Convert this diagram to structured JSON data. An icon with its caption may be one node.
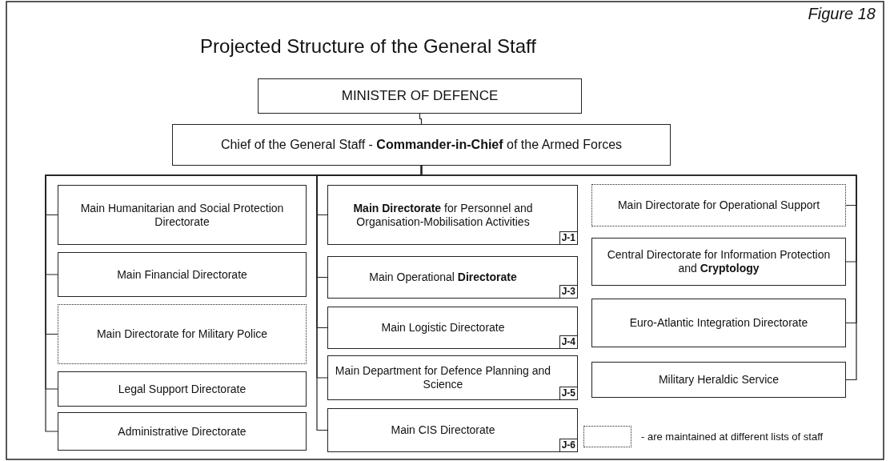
{
  "diagram": {
    "title": "Projected Structure of the General Staff",
    "nodes": [
      {
        "text": [
          "MINISTER OF DEFENCE"
        ]
      },
      {
        "text": [
          "Chief of the General Staff - **Commander-in-Chief** of the Armed Forces"
        ]
      },
      {
        "text": [
          "Main Humanitarian and Social Protection Directorate"
        ]
      },
      {
        "text": [
          "Main Financial Directorate"
        ]
      },
      {
        "text": [
          "Main Directorate for Military Police"
        ]
      },
      {
        "text": [
          "Legal Support Directorate"
        ]
      },
      {
        "text": [
          "Administrative Directorate"
        ]
      },
      {
        "text": [
          "**Main Directorate** for Personnel and Organisation-Mobilisation Activities",
          "J-1"
        ]
      },
      {
        "text": [
          "Main Operational **Directorate**",
          "J-3"
        ]
      },
      {
        "text": [
          "Main Logistic Directorate",
          "J-4"
        ]
      },
      {
        "text": [
          "Main Department for Defence Planning and Science",
          "J-5"
        ]
      },
      {
        "text": [
          "Main CIS Directorate",
          "J-6"
        ]
      },
      {
        "text": [
          "Main Directorate for Operational Support"
        ]
      },
      {
        "text": [
          "Central Directorate for Information Protection and **Cryptology**"
        ]
      },
      {
        "text": [
          "Euro-Atlantic Integration Directorate"
        ]
      },
      {
        "text": [
          "Military Heraldic Service"
        ]
      }
    ],
    "edges": [
      {
        "from": 0,
        "to": 1,
        "arrow": "none"
      },
      {
        "from": 1,
        "to": 2,
        "arrow": "none"
      },
      {
        "from": 1,
        "to": 3,
        "arrow": "none"
      },
      {
        "from": 1,
        "to": 4,
        "arrow": "none"
      },
      {
        "from": 1,
        "to": 5,
        "arrow": "none"
      },
      {
        "from": 1,
        "to": 6,
        "arrow": "none"
      },
      {
        "from": 1,
        "to": 7,
        "arrow": "none"
      },
      {
        "from": 1,
        "to": 8,
        "arrow": "none"
      },
      {
        "from": 1,
        "to": 9,
        "arrow": "none"
      },
      {
        "from": 1,
        "to": 10,
        "arrow": "none"
      },
      {
        "from": 1,
        "to": 11,
        "arrow": "none"
      },
      {
        "from": 1,
        "to": 12,
        "arrow": "none"
      },
      {
        "from": 1,
        "to": 13,
        "arrow": "none"
      },
      {
        "from": 1,
        "to": 14,
        "arrow": "none"
      },
      {
        "from": 1,
        "to": 15,
        "arrow": "none"
      }
    ],
    "labels": [
      "Figure 18"
    ],
    "legend": [
      {
        "text": "- are maintained at different lists of staff"
      }
    ]
  }
}
